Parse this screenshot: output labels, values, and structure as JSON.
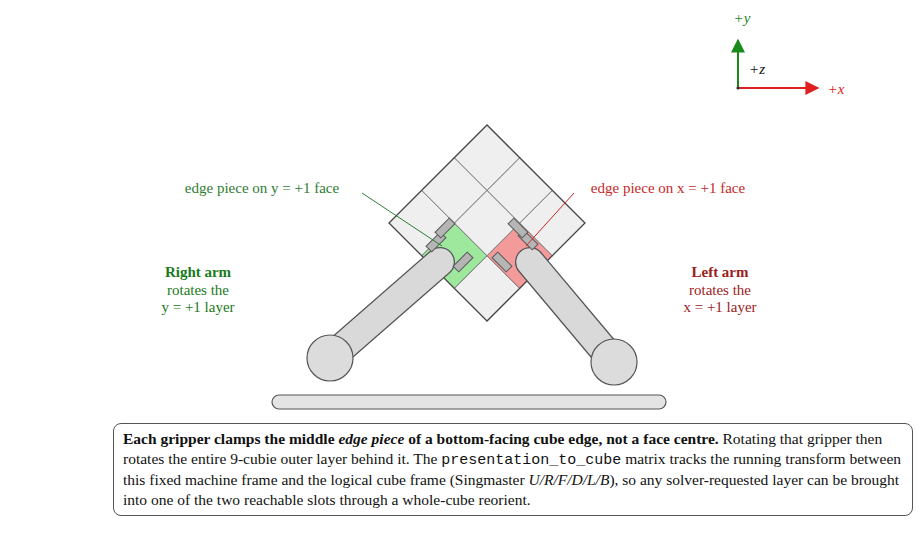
{
  "diagram": {
    "nodes": [
      {
        "text": [
          "Each gripper clamps the middle",
          "edge piece",
          "of a bottom-facing cube edge, not a face centre.",
          "Rotating that gripper then rotates the entire 9-cubie outer layer behind it. The",
          "presentation_to_cube",
          "matrix tracks the running transform between this fixed machine frame and the logical cube frame (Singmaster",
          "U/R/F/D/L/B",
          "), so any solver-requested layer can be brought into one of the two reachable slots through a whole-cube reorient."
        ]
      }
    ],
    "labels": [
      "+y",
      "+z",
      "+x",
      "edge piece on y = +1 face",
      "edge piece on x = +1 face",
      "Right arm",
      "rotates the",
      "y = +1 layer",
      "Left arm",
      "rotates the",
      "x = +1 layer"
    ]
  }
}
